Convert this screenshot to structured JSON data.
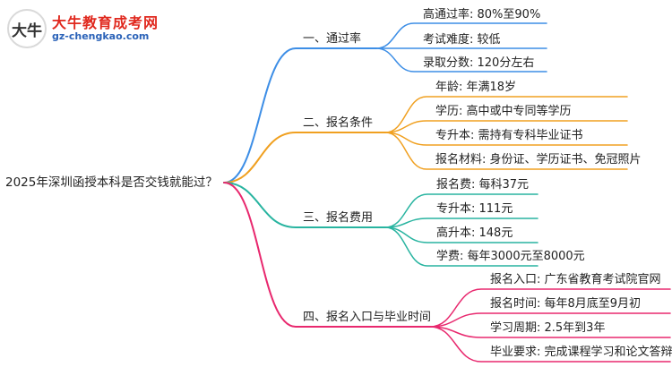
{
  "logo": {
    "mark": "大牛",
    "name": "大牛教育成考网",
    "url": "gz-chengkao.com"
  },
  "root": "2025年深圳函授本科是否交钱就能过？",
  "branches": [
    {
      "label": "一、通过率",
      "color": "#3d8ee6",
      "leaves": [
        "高通过率: 80%至90%",
        "考试难度: 较低",
        "录取分数: 120分左右"
      ]
    },
    {
      "label": "二、报名条件",
      "color": "#f0a020",
      "leaves": [
        "年龄: 年满18岁",
        "学历: 高中或中专同等学历",
        "专升本: 需持有专科毕业证书",
        "报名材料: 身份证、学历证书、免冠照片"
      ]
    },
    {
      "label": "三、报名费用",
      "color": "#28b4a0",
      "leaves": [
        "报名费: 每科37元",
        "专升本: 111元",
        "高升本: 148元",
        "学费: 每年3000元至8000元"
      ]
    },
    {
      "label": "四、报名入口与毕业时间",
      "color": "#e8286e",
      "leaves": [
        "报名入口: 广东省教育考试院官网",
        "报名时间: 每年8月底至9月初",
        "学习周期: 2.5年到3年",
        "毕业要求: 完成课程学习和论文答辩"
      ]
    }
  ]
}
